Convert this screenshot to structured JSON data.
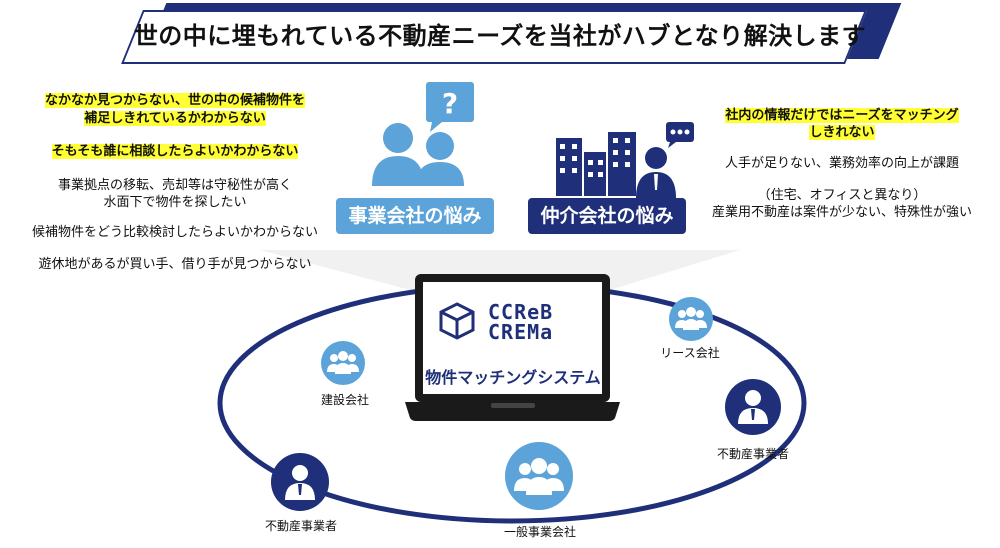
{
  "title": "世の中に埋もれている不動産ニーズを当社がハブとなり解決します",
  "left_issues": [
    {
      "text": "なかなか見つからない、世の中の候補物件を",
      "highlight": true
    },
    {
      "text": "補足しきれているかわからない",
      "highlight": true
    },
    {
      "text": "そもそも誰に相談したらよいかわからない",
      "highlight": true
    },
    {
      "text": "事業拠点の移転、売却等は守秘性が高く",
      "highlight": false
    },
    {
      "text": "水面下で物件を探したい",
      "highlight": false
    },
    {
      "text": "候補物件をどう比較検討したらよいかわからない",
      "highlight": false
    },
    {
      "text": "遊休地があるが買い手、借り手が見つからない",
      "highlight": false
    }
  ],
  "right_issues": [
    {
      "text": "社内の情報だけではニーズをマッチング",
      "highlight": true
    },
    {
      "text": "しきれない",
      "highlight": true
    },
    {
      "text": "人手が足りない、業務効率の向上が課題",
      "highlight": false
    },
    {
      "text": "（住宅、オフィスと異なり）",
      "highlight": false
    },
    {
      "text": "産業用不動産は案件が少ない、特殊性が強い",
      "highlight": false
    }
  ],
  "box_left": "事業会社の悩み",
  "box_right": "仲介会社の悩み",
  "system": {
    "logo_line1": "CCReB",
    "logo_line2": "CREMa",
    "name": "物件マッチングシステム"
  },
  "nodes": {
    "construction": "建設会社",
    "lease": "リース会社",
    "realestate_right": "不動産事業者",
    "realestate_left": "不動産事業者",
    "general": "一般事業会社"
  },
  "colors": {
    "navy": "#1f2f7a",
    "light_blue": "#5ba3d9",
    "highlight": "#ffff33"
  }
}
